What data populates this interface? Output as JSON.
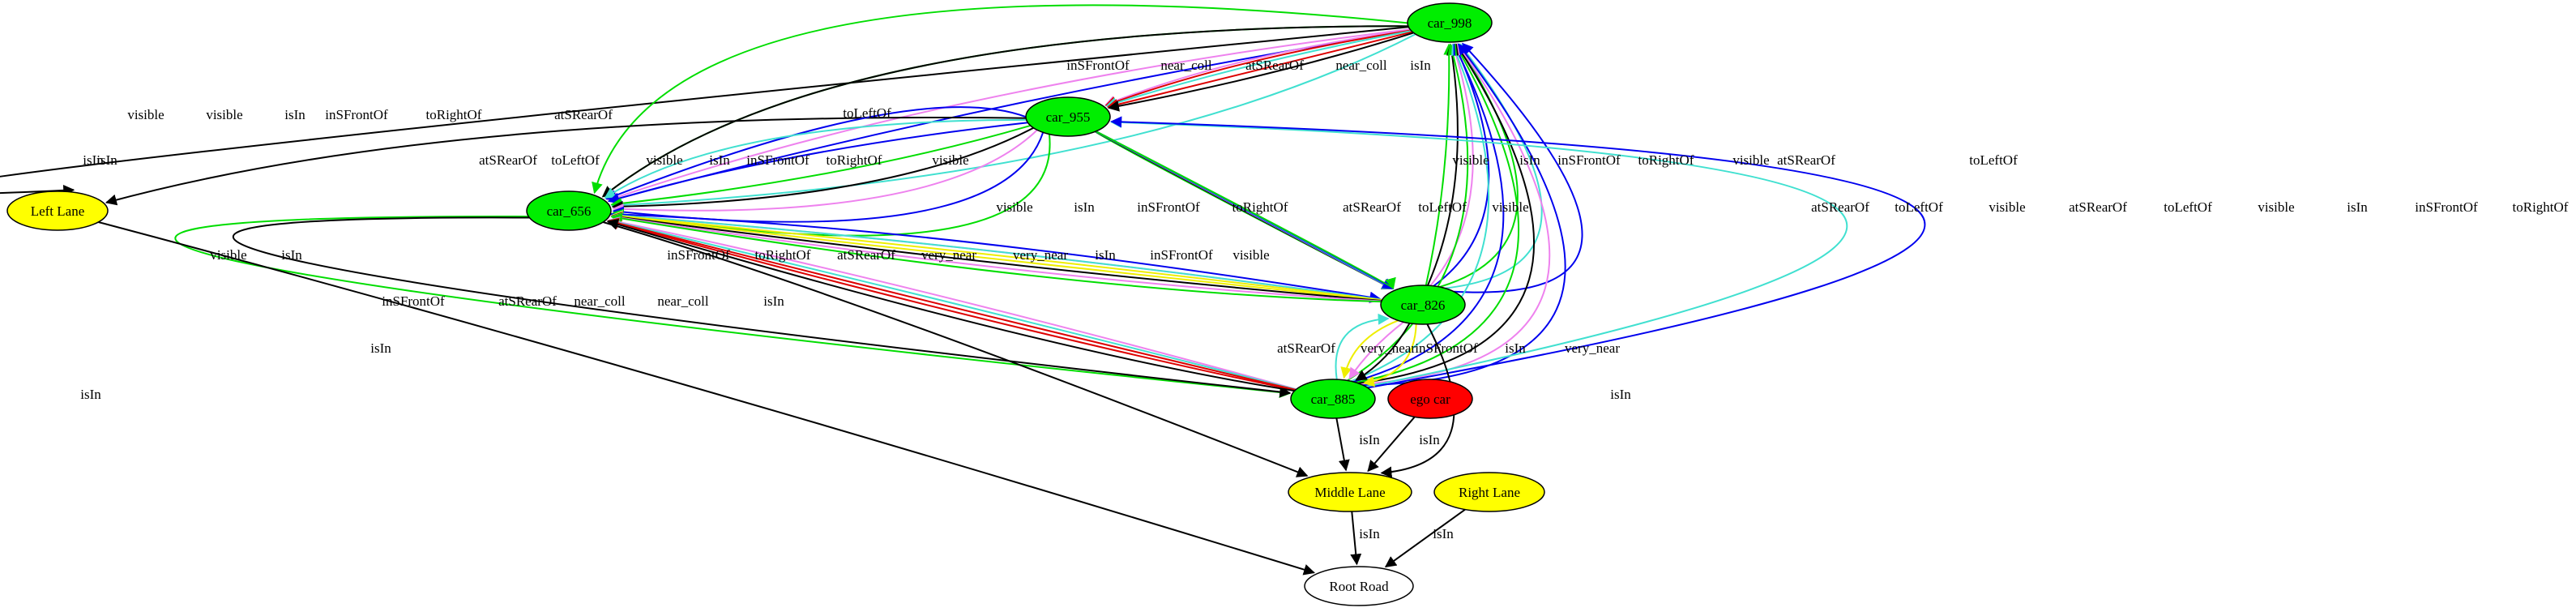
{
  "nodes": [
    {
      "id": "car_998",
      "label": "car_998",
      "fill": "#00ee00"
    },
    {
      "id": "car_955",
      "label": "car_955",
      "fill": "#00ee00"
    },
    {
      "id": "car_656",
      "label": "car_656",
      "fill": "#00ee00"
    },
    {
      "id": "car_826",
      "label": "car_826",
      "fill": "#00ee00"
    },
    {
      "id": "car_885",
      "label": "car_885",
      "fill": "#00ee00"
    },
    {
      "id": "ego_car",
      "label": "ego car",
      "fill": "#ff0000"
    },
    {
      "id": "left_lane",
      "label": "Left Lane",
      "fill": "#ffff00"
    },
    {
      "id": "middle_lane",
      "label": "Middle Lane",
      "fill": "#ffff00"
    },
    {
      "id": "right_lane",
      "label": "Right Lane",
      "fill": "#ffff00"
    },
    {
      "id": "root_road",
      "label": "Root Road",
      "fill": "#ffffff"
    }
  ],
  "edges": [
    {
      "from": "car_998",
      "to": "left_lane",
      "label": "isIn",
      "color": "#000000"
    },
    {
      "from": "car_998",
      "to": "car_656",
      "label": "visible",
      "color": "#00dd00"
    },
    {
      "from": "car_998",
      "to": "car_656",
      "label": "visible",
      "color": "#00dd00"
    },
    {
      "from": "car_998",
      "to": "car_656",
      "label": "isIn",
      "color": "#000000"
    },
    {
      "from": "car_998",
      "to": "car_656",
      "label": "inSFrontOf",
      "color": "#ee82ee"
    },
    {
      "from": "car_998",
      "to": "car_656",
      "label": "toRightOf",
      "color": "#0000ee"
    },
    {
      "from": "car_998",
      "to": "car_656",
      "label": "atSRearOf",
      "color": "#40e0d0"
    },
    {
      "from": "car_998",
      "to": "car_955",
      "label": "inSFrontOf",
      "color": "#ee82ee"
    },
    {
      "from": "car_998",
      "to": "car_955",
      "label": "near_coll",
      "color": "#dd0000"
    },
    {
      "from": "car_998",
      "to": "car_955",
      "label": "atSRearOf",
      "color": "#40e0d0"
    },
    {
      "from": "car_998",
      "to": "car_955",
      "label": "near_coll",
      "color": "#dd0000"
    },
    {
      "from": "car_998",
      "to": "car_955",
      "label": "isIn",
      "color": "#000000"
    },
    {
      "from": "car_955",
      "to": "left_lane",
      "label": "isIn",
      "color": "#000000"
    },
    {
      "from": "car_955",
      "to": "car_656",
      "label": "toLeftOf",
      "color": "#0000ee"
    },
    {
      "from": "car_955",
      "to": "car_656",
      "label": "atSRearOf",
      "color": "#40e0d0"
    },
    {
      "from": "car_955",
      "to": "car_656",
      "label": "toLeftOf",
      "color": "#0000ee"
    },
    {
      "from": "car_955",
      "to": "car_656",
      "label": "visible",
      "color": "#00dd00"
    },
    {
      "from": "car_955",
      "to": "car_656",
      "label": "isIn",
      "color": "#000000"
    },
    {
      "from": "car_955",
      "to": "car_656",
      "label": "inSFrontOf",
      "color": "#ee82ee"
    },
    {
      "from": "car_955",
      "to": "car_656",
      "label": "toRightOf",
      "color": "#0000ee"
    },
    {
      "from": "car_955",
      "to": "car_656",
      "label": "visible",
      "color": "#00dd00"
    },
    {
      "from": "car_826",
      "to": "car_998",
      "label": "visible",
      "color": "#00dd00"
    },
    {
      "from": "car_826",
      "to": "car_998",
      "label": "isIn",
      "color": "#000000"
    },
    {
      "from": "car_826",
      "to": "car_998",
      "label": "inSFrontOf",
      "color": "#ee82ee"
    },
    {
      "from": "car_826",
      "to": "car_998",
      "label": "toRightOf",
      "color": "#0000ee"
    },
    {
      "from": "car_826",
      "to": "car_998",
      "label": "visible",
      "color": "#00dd00"
    },
    {
      "from": "car_826",
      "to": "car_998",
      "label": "atSRearOf",
      "color": "#40e0d0"
    },
    {
      "from": "car_826",
      "to": "car_998",
      "label": "toLeftOf",
      "color": "#0000ee"
    },
    {
      "from": "car_955",
      "to": "car_826",
      "label": "visible",
      "color": "#00dd00"
    },
    {
      "from": "car_955",
      "to": "car_826",
      "label": "isIn",
      "color": "#000000"
    },
    {
      "from": "car_955",
      "to": "car_826",
      "label": "inSFrontOf",
      "color": "#ee82ee"
    },
    {
      "from": "car_955",
      "to": "car_826",
      "label": "toRightOf",
      "color": "#0000ee"
    },
    {
      "from": "car_955",
      "to": "car_826",
      "label": "atSRearOf",
      "color": "#40e0d0"
    },
    {
      "from": "car_955",
      "to": "car_826",
      "label": "toLeftOf",
      "color": "#0000ee"
    },
    {
      "from": "car_955",
      "to": "car_826",
      "label": "visible",
      "color": "#00dd00"
    },
    {
      "from": "car_885",
      "to": "car_998",
      "label": "visible",
      "color": "#00dd00"
    },
    {
      "from": "car_885",
      "to": "car_998",
      "label": "atSRearOf",
      "color": "#40e0d0"
    },
    {
      "from": "car_885",
      "to": "car_998",
      "label": "toLeftOf",
      "color": "#0000ee"
    },
    {
      "from": "car_885",
      "to": "car_998",
      "label": "visible",
      "color": "#00dd00"
    },
    {
      "from": "car_885",
      "to": "car_998",
      "label": "isIn",
      "color": "#000000"
    },
    {
      "from": "car_885",
      "to": "car_998",
      "label": "inSFrontOf",
      "color": "#ee82ee"
    },
    {
      "from": "car_885",
      "to": "car_998",
      "label": "toRightOf",
      "color": "#0000ee"
    },
    {
      "from": "car_885",
      "to": "car_955",
      "label": "atSRearOf",
      "color": "#40e0d0"
    },
    {
      "from": "car_885",
      "to": "car_955",
      "label": "toLeftOf",
      "color": "#0000ee"
    },
    {
      "from": "car_656",
      "to": "car_826",
      "label": "inSFrontOf",
      "color": "#ee82ee"
    },
    {
      "from": "car_656",
      "to": "car_826",
      "label": "toRightOf",
      "color": "#0000ee"
    },
    {
      "from": "car_826",
      "to": "car_656",
      "label": "atSRearOf",
      "color": "#40e0d0"
    },
    {
      "from": "car_826",
      "to": "car_656",
      "label": "very_near",
      "color": "#eeee00"
    },
    {
      "from": "car_826",
      "to": "car_656",
      "label": "very_near",
      "color": "#eeee00"
    },
    {
      "from": "car_826",
      "to": "car_656",
      "label": "isIn",
      "color": "#000000"
    },
    {
      "from": "car_826",
      "to": "car_656",
      "label": "inSFrontOf",
      "color": "#ee82ee"
    },
    {
      "from": "car_826",
      "to": "car_656",
      "label": "visible",
      "color": "#00dd00"
    },
    {
      "from": "car_656",
      "to": "car_885",
      "label": "visible",
      "color": "#00dd00"
    },
    {
      "from": "car_656",
      "to": "car_885",
      "label": "isIn",
      "color": "#000000"
    },
    {
      "from": "car_885",
      "to": "car_656",
      "label": "inSFrontOf",
      "color": "#ee82ee"
    },
    {
      "from": "car_885",
      "to": "car_656",
      "label": "atSRearOf",
      "color": "#40e0d0"
    },
    {
      "from": "car_885",
      "to": "car_656",
      "label": "near_coll",
      "color": "#dd0000"
    },
    {
      "from": "car_885",
      "to": "car_656",
      "label": "near_coll",
      "color": "#dd0000"
    },
    {
      "from": "car_885",
      "to": "car_656",
      "label": "isIn",
      "color": "#000000"
    },
    {
      "from": "car_656",
      "to": "middle_lane",
      "label": "isIn",
      "color": "#000000"
    },
    {
      "from": "car_885",
      "to": "car_826",
      "label": "atSRearOf",
      "color": "#40e0d0"
    },
    {
      "from": "car_826",
      "to": "car_885",
      "label": "very_near",
      "color": "#eeee00"
    },
    {
      "from": "car_826",
      "to": "car_885",
      "label": "inSFrontOf",
      "color": "#ee82ee"
    },
    {
      "from": "car_826",
      "to": "car_885",
      "label": "isIn",
      "color": "#000000"
    },
    {
      "from": "car_826",
      "to": "car_885",
      "label": "very_near",
      "color": "#eeee00"
    },
    {
      "from": "car_826",
      "to": "middle_lane",
      "label": "isIn",
      "color": "#000000"
    },
    {
      "from": "car_885",
      "to": "middle_lane",
      "label": "isIn",
      "color": "#000000"
    },
    {
      "from": "ego_car",
      "to": "middle_lane",
      "label": "isIn",
      "color": "#000000"
    },
    {
      "from": "left_lane",
      "to": "root_road",
      "label": "isIn",
      "color": "#000000"
    },
    {
      "from": "middle_lane",
      "to": "root_road",
      "label": "isIn",
      "color": "#000000"
    },
    {
      "from": "right_lane",
      "to": "root_road",
      "label": "isIn",
      "color": "#000000"
    }
  ]
}
